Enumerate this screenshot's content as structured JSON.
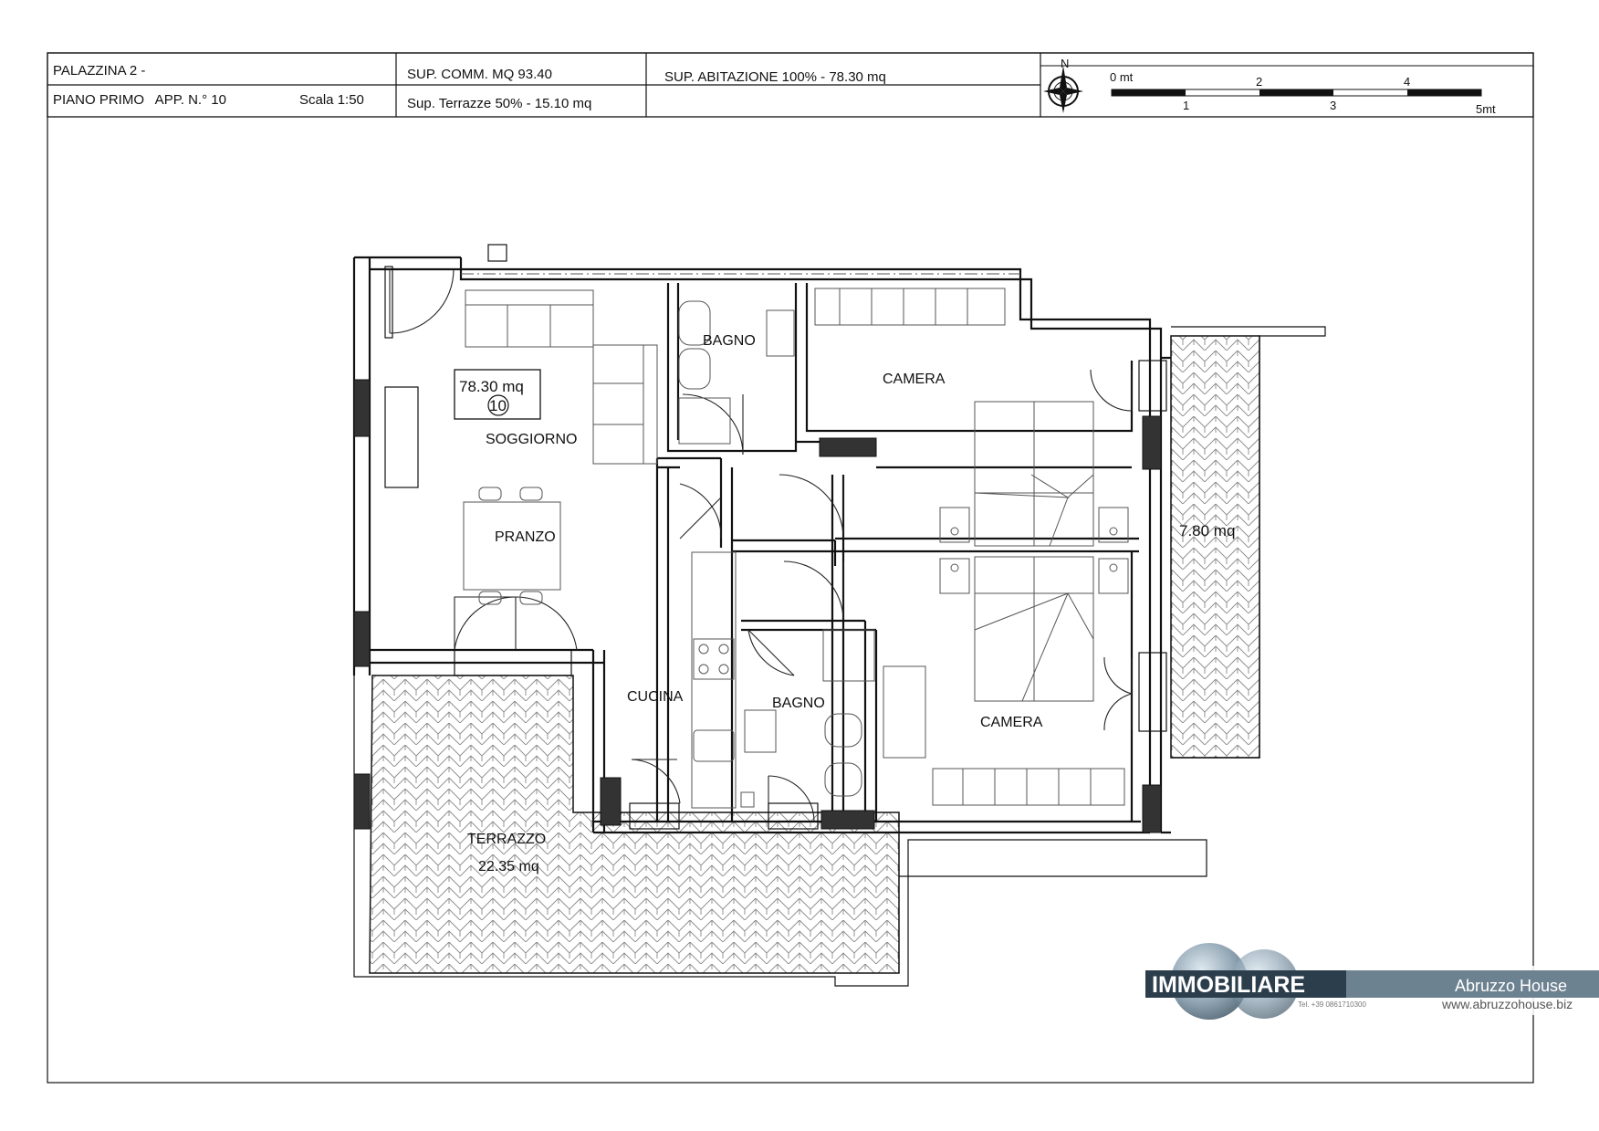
{
  "header": {
    "building": "PALAZZINA 2 -",
    "floor_apt": "PIANO PRIMO   APP. N.° 10",
    "scale": "Scala 1:50",
    "sup_comm": "SUP. COMM. MQ  93.40",
    "sup_terrazze": "Sup. Terrazze 50% - 15.10 mq",
    "sup_abitazione": "SUP. ABITAZIONE 100% - 78.30 mq"
  },
  "scale_bar": {
    "ticks_top": [
      "0 mt",
      "2",
      "4"
    ],
    "ticks_bottom": [
      "1",
      "3",
      "5mt"
    ]
  },
  "apartment": {
    "area": "78.30 mq",
    "number": "10"
  },
  "rooms": {
    "soggiorno": "SOGGIORNO",
    "pranzo": "PRANZO",
    "cucina": "CUCINA",
    "bagno_1": "BAGNO",
    "bagno_2": "BAGNO",
    "camera_1": "CAMERA",
    "camera_2": "CAMERA",
    "terrazzo": "TERRAZZO",
    "terrazzo_area": "22.35 mq",
    "balcone_area": "7.80 mq"
  },
  "logo": {
    "main": "IMMOBILIARE",
    "side": "Abruzzo House",
    "web": "www.abruzzohouse.biz",
    "tel": "Tel. +39 0861710300"
  },
  "icons": [
    "compass-icon",
    "company-logo-icon"
  ]
}
